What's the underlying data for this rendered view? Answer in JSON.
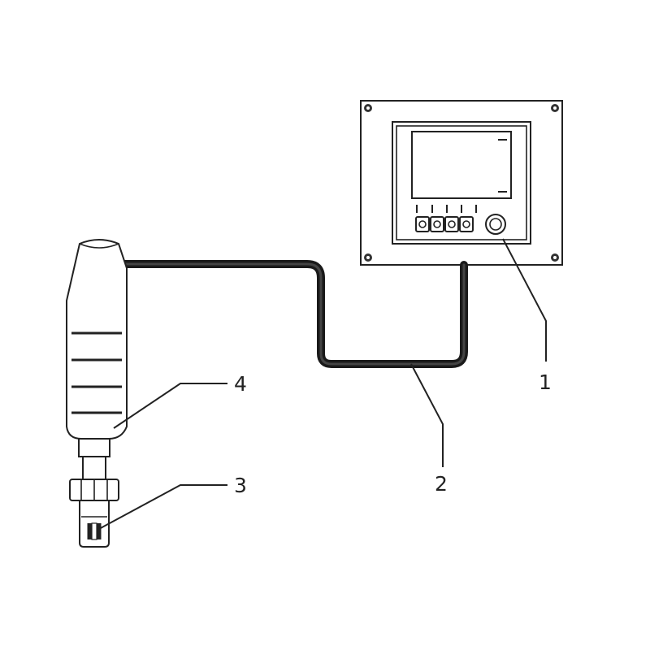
{
  "diagram": {
    "callouts": [
      {
        "id": "1",
        "label": "1",
        "part": "transmitter"
      },
      {
        "id": "2",
        "label": "2",
        "part": "cable"
      },
      {
        "id": "3",
        "label": "3",
        "part": "sensor-tip"
      },
      {
        "id": "4",
        "label": "4",
        "part": "sensor-holder"
      }
    ],
    "colors": {
      "line": "#222222",
      "cable": "#1a1a1a",
      "background": "#ffffff"
    }
  }
}
